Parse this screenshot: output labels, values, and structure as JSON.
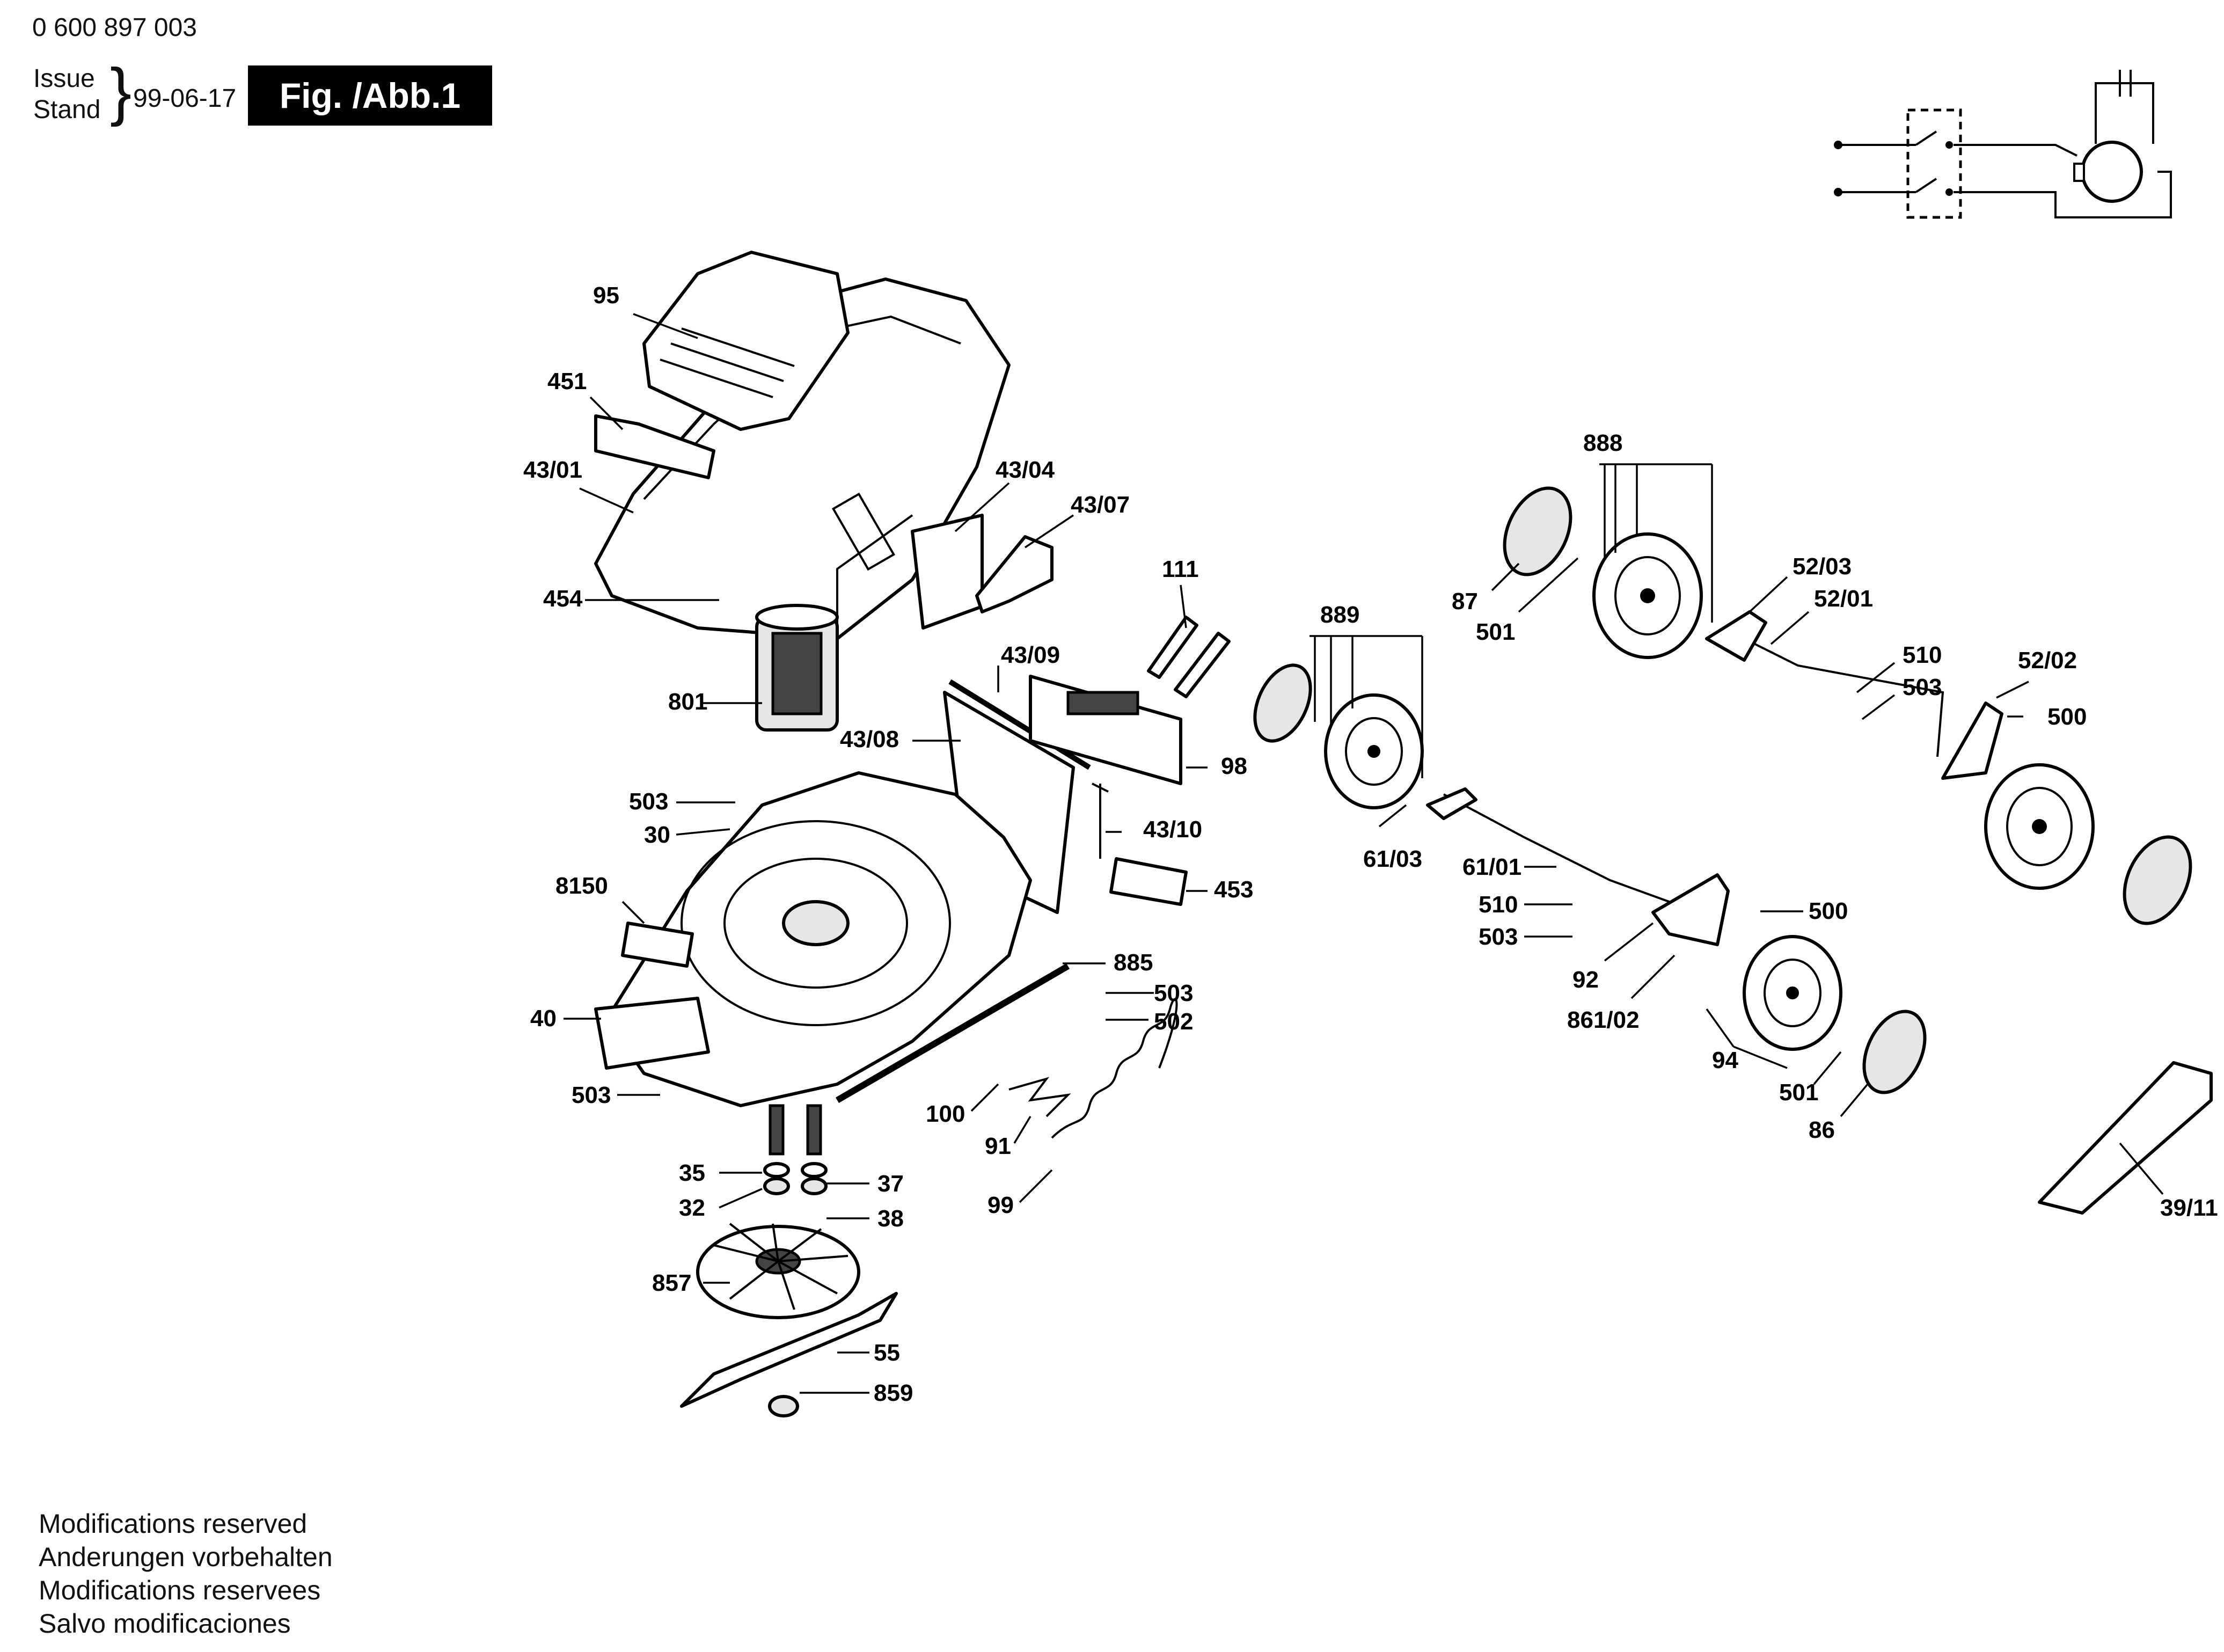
{
  "header": {
    "document_number": "0 600 897 003",
    "issue_label": "Issue",
    "stand_label": "Stand",
    "issue_date": "99-06-17",
    "figure_label": "Fig. /Abb.1"
  },
  "callouts": {
    "c95": "95",
    "c451": "451",
    "c4301": "43/01",
    "c454": "454",
    "c801": "801",
    "c4304": "43/04",
    "c4307": "43/07",
    "c111": "111",
    "c4309": "43/09",
    "c4308": "43/08",
    "c98": "98",
    "c4310": "43/10",
    "c453": "453",
    "c503a": "503",
    "c30": "30",
    "c8150": "8150",
    "c40": "40",
    "c503b": "503",
    "c885": "885",
    "c503c": "503",
    "c502": "502",
    "c100": "100",
    "c91": "91",
    "c99": "99",
    "c35": "35",
    "c32": "32",
    "c37": "37",
    "c38": "38",
    "c857": "857",
    "c55": "55",
    "c859": "859",
    "c888": "888",
    "c87": "87",
    "c501a": "501",
    "c5203": "52/03",
    "c5201": "52/01",
    "c510a": "510",
    "c503d": "503",
    "c5202": "52/02",
    "c500a": "500",
    "c889": "889",
    "c6103": "61/03",
    "c6101": "61/01",
    "c510b": "510",
    "c503e": "503",
    "c92": "92",
    "c86102": "861/02",
    "c500b": "500",
    "c94": "94",
    "c501b": "501",
    "c86": "86",
    "c3911": "39/11"
  },
  "footer": {
    "lines": [
      "Modifications reserved",
      "Anderungen vorbehalten",
      "Modifications reservees",
      "Salvo modificaciones"
    ]
  }
}
